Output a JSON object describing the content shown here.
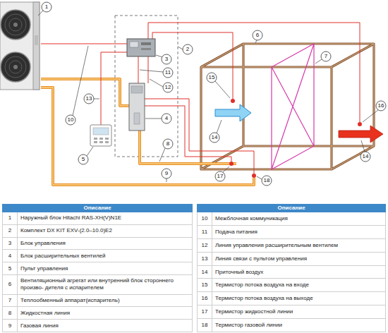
{
  "diagram": {
    "labels": [
      "1",
      "2",
      "3",
      "4",
      "5",
      "6",
      "7",
      "8",
      "9",
      "10",
      "11",
      "12",
      "13",
      "14",
      "14",
      "15",
      "16",
      "17",
      "18",
      "Описание",
      "1",
      "Наружный блок Hitachi RAS-XH(V)N1E",
      "2",
      "Комплект DX KIT EXV-(2.0–10.0)E2",
      "3",
      "Блок управления",
      "4",
      "Блок расширительных вентилей",
      "5",
      "Пульт управления",
      "6",
      "Вентиляционный агрегат или внутренний блок стороннего произво- дителя с испарителем",
      "7",
      "Теплообменный аппарат(испаритель)",
      "8",
      "Жидкостная линия",
      "9",
      "Газовая линия",
      "Описание",
      "10",
      "Межблочная коммуникация",
      "11",
      "Подача питания",
      "12",
      "Линия управления расширительным вентилем",
      "13",
      "Линия связи с пультом управления",
      "14",
      "Приточный воздух",
      "15",
      "Термистор потока воздуха на входе",
      "16",
      "Термистор потока воздуха на выходе",
      "17",
      "Термистор жидкостной линии",
      "18",
      "Термистор газовой линии"
    ]
  }
}
